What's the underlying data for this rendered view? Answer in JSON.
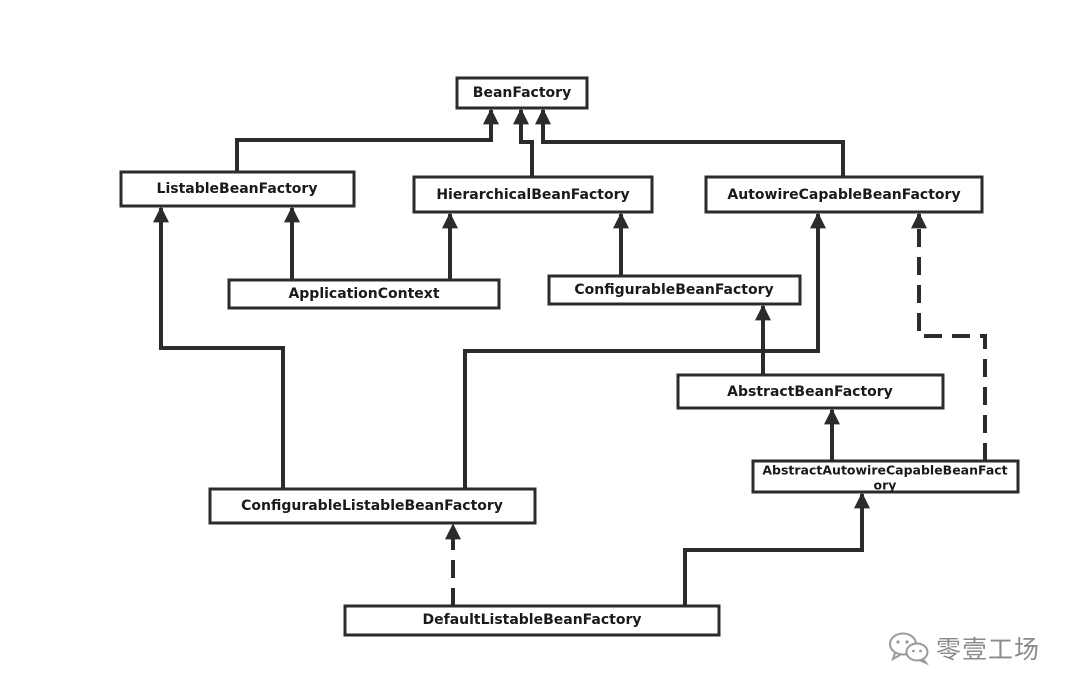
{
  "diagram": {
    "nodes": {
      "bean_factory": "BeanFactory",
      "listable_bean_factory": "ListableBeanFactory",
      "hierarchical_bean_factory": "HierarchicalBeanFactory",
      "autowire_capable_bean_factory": "AutowireCapableBeanFactory",
      "application_context": "ApplicationContext",
      "configurable_bean_factory": "ConfigurableBeanFactory",
      "abstract_bean_factory": "AbstractBeanFactory",
      "abstract_autowire_capable_bean_factory_line1": "AbstractAutowireCapableBeanFact",
      "abstract_autowire_capable_bean_factory_line2": "ory",
      "configurable_listable_bean_factory": "ConfigurableListableBeanFactory",
      "default_listable_bean_factory": "DefaultListableBeanFactory"
    },
    "edges": [
      {
        "from": "ListableBeanFactory",
        "to": "BeanFactory",
        "style": "solid"
      },
      {
        "from": "HierarchicalBeanFactory",
        "to": "BeanFactory",
        "style": "solid"
      },
      {
        "from": "AutowireCapableBeanFactory",
        "to": "BeanFactory",
        "style": "solid"
      },
      {
        "from": "ApplicationContext",
        "to": "ListableBeanFactory",
        "style": "solid"
      },
      {
        "from": "ApplicationContext",
        "to": "HierarchicalBeanFactory",
        "style": "solid"
      },
      {
        "from": "ConfigurableBeanFactory",
        "to": "HierarchicalBeanFactory",
        "style": "solid"
      },
      {
        "from": "AbstractBeanFactory",
        "to": "ConfigurableBeanFactory",
        "style": "solid"
      },
      {
        "from": "AbstractAutowireCapableBeanFactory",
        "to": "AbstractBeanFactory",
        "style": "solid"
      },
      {
        "from": "AbstractAutowireCapableBeanFactory",
        "to": "AutowireCapableBeanFactory",
        "style": "dashed"
      },
      {
        "from": "ConfigurableListableBeanFactory",
        "to": "ListableBeanFactory",
        "style": "solid"
      },
      {
        "from": "ConfigurableListableBeanFactory",
        "to": "AutowireCapableBeanFactory",
        "style": "solid"
      },
      {
        "from": "DefaultListableBeanFactory",
        "to": "ConfigurableListableBeanFactory",
        "style": "dashed"
      },
      {
        "from": "DefaultListableBeanFactory",
        "to": "AbstractAutowireCapableBeanFactory",
        "style": "solid"
      }
    ]
  },
  "watermark": {
    "text": "零壹工场",
    "icon": "wechat-icon"
  }
}
